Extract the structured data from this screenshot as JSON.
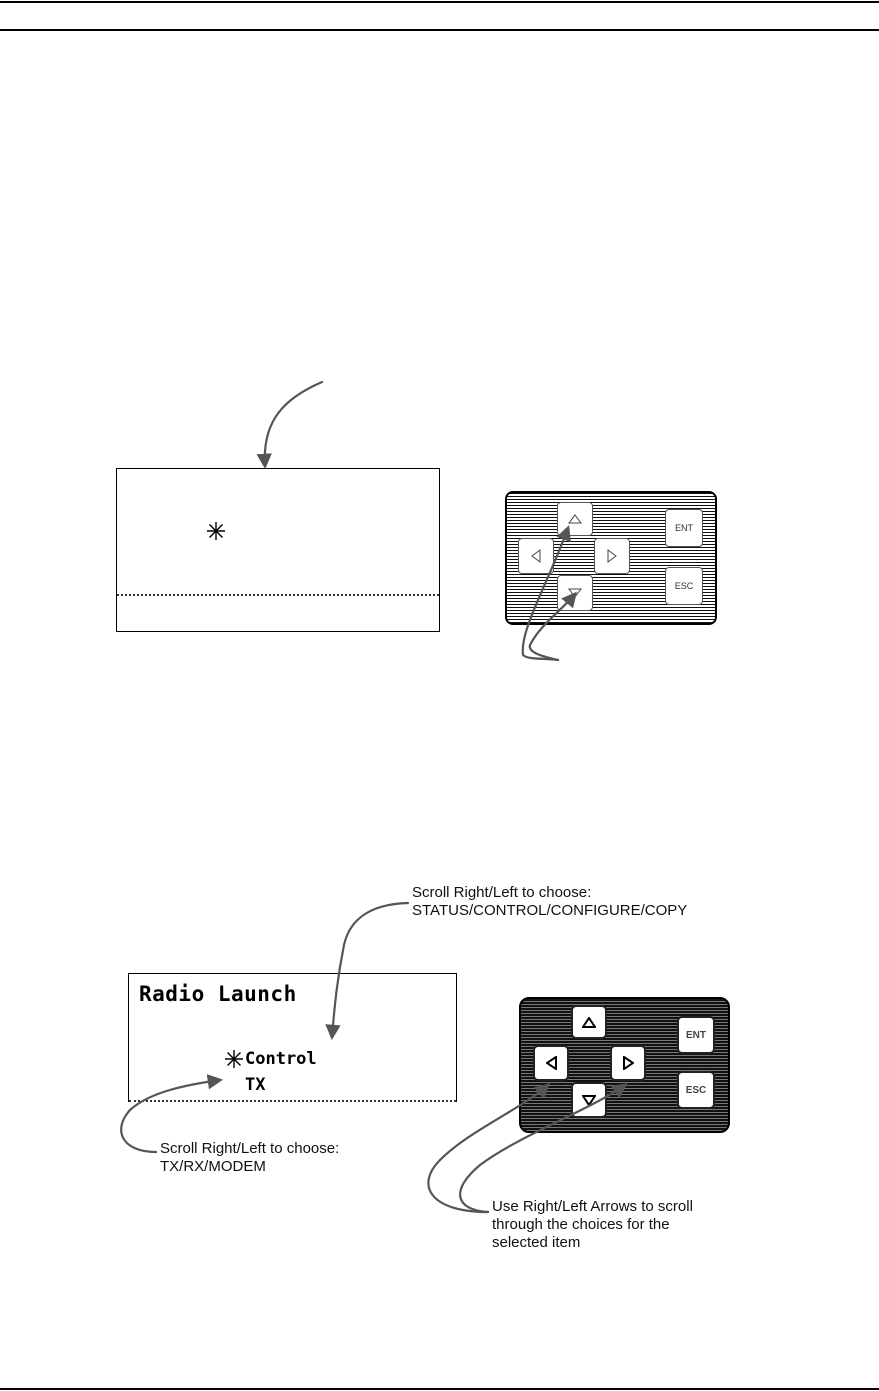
{
  "figure1": {
    "keypad": {
      "enter_label": "ENT",
      "escape_label": "ESC"
    }
  },
  "figure2": {
    "display": {
      "title": "Radio Launch",
      "menu_line": "Control",
      "sub_line": "TX"
    },
    "keypad": {
      "enter_label": "ENT",
      "escape_label": "ESC"
    },
    "callout_top": "Scroll Right/Left to choose:\nSTATUS/CONTROL/CONFIGURE/COPY",
    "callout_bottom_left": "Scroll Right/Left to choose:\nTX/RX/MODEM",
    "callout_bottom_right": "Use Right/Left Arrows to scroll\nthrough the choices for the\nselected item"
  }
}
